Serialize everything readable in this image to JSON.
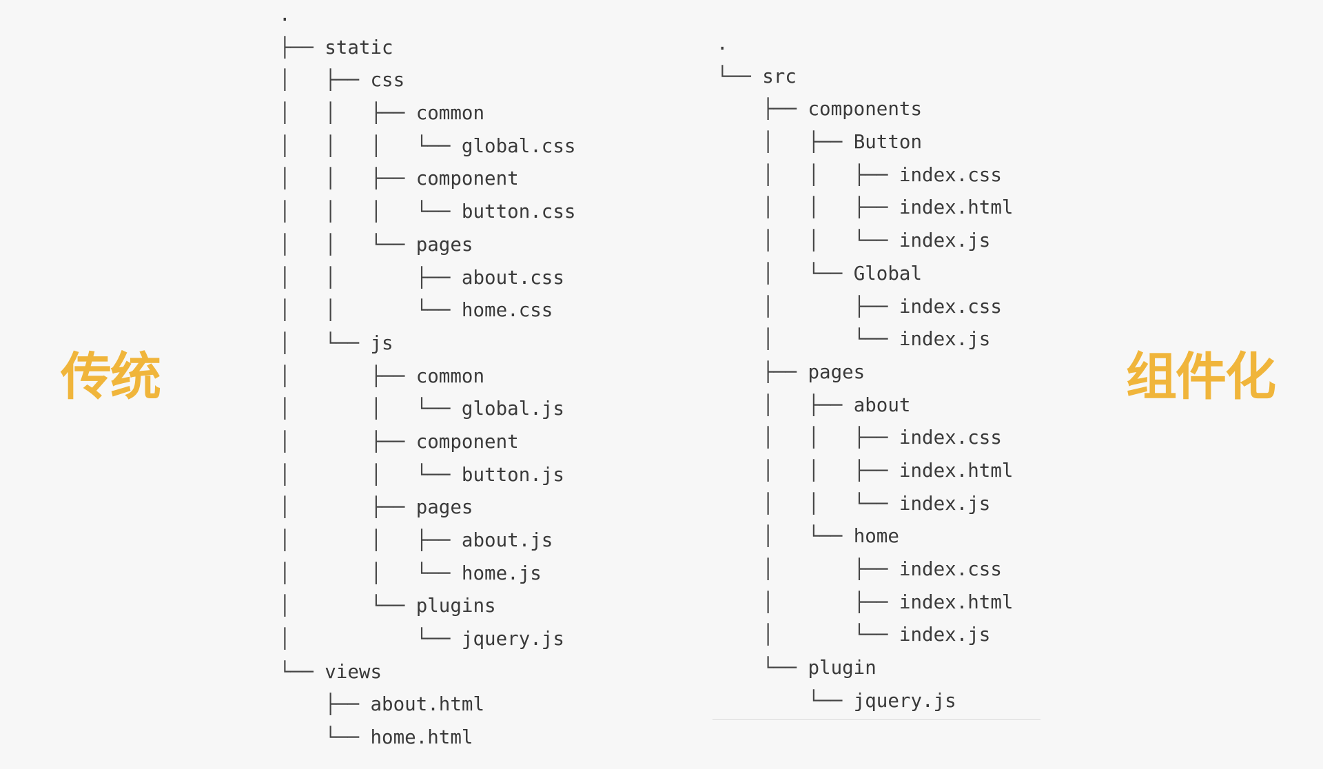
{
  "colors": {
    "background": "#f7f7f7",
    "accent": "#f0b53b",
    "text": "#3a3a3a"
  },
  "labels": {
    "left": "传统",
    "right": "组件化"
  },
  "trees": {
    "traditional": {
      "lines": [
        {
          "prefix": "",
          "name": "."
        },
        {
          "prefix": "├── ",
          "name": "static"
        },
        {
          "prefix": "│   ├── ",
          "name": "css"
        },
        {
          "prefix": "│   │   ├── ",
          "name": "common"
        },
        {
          "prefix": "│   │   │   └── ",
          "name": "global.css"
        },
        {
          "prefix": "│   │   ├── ",
          "name": "component"
        },
        {
          "prefix": "│   │   │   └── ",
          "name": "button.css"
        },
        {
          "prefix": "│   │   └── ",
          "name": "pages"
        },
        {
          "prefix": "│   │       ├── ",
          "name": "about.css"
        },
        {
          "prefix": "│   │       └── ",
          "name": "home.css"
        },
        {
          "prefix": "│   └── ",
          "name": "js"
        },
        {
          "prefix": "│       ├── ",
          "name": "common"
        },
        {
          "prefix": "│       │   └── ",
          "name": "global.js"
        },
        {
          "prefix": "│       ├── ",
          "name": "component"
        },
        {
          "prefix": "│       │   └── ",
          "name": "button.js"
        },
        {
          "prefix": "│       ├── ",
          "name": "pages"
        },
        {
          "prefix": "│       │   ├── ",
          "name": "about.js"
        },
        {
          "prefix": "│       │   └── ",
          "name": "home.js"
        },
        {
          "prefix": "│       └── ",
          "name": "plugins"
        },
        {
          "prefix": "│           └── ",
          "name": "jquery.js"
        },
        {
          "prefix": "└── ",
          "name": "views"
        },
        {
          "prefix": "    ├── ",
          "name": "about.html"
        },
        {
          "prefix": "    └── ",
          "name": "home.html"
        }
      ]
    },
    "component": {
      "lines": [
        {
          "prefix": "",
          "name": "."
        },
        {
          "prefix": "└── ",
          "name": "src"
        },
        {
          "prefix": "    ├── ",
          "name": "components"
        },
        {
          "prefix": "    │   ├── ",
          "name": "Button"
        },
        {
          "prefix": "    │   │   ├── ",
          "name": "index.css"
        },
        {
          "prefix": "    │   │   ├── ",
          "name": "index.html"
        },
        {
          "prefix": "    │   │   └── ",
          "name": "index.js"
        },
        {
          "prefix": "    │   └── ",
          "name": "Global"
        },
        {
          "prefix": "    │       ├── ",
          "name": "index.css"
        },
        {
          "prefix": "    │       └── ",
          "name": "index.js"
        },
        {
          "prefix": "    ├── ",
          "name": "pages"
        },
        {
          "prefix": "    │   ├── ",
          "name": "about"
        },
        {
          "prefix": "    │   │   ├── ",
          "name": "index.css"
        },
        {
          "prefix": "    │   │   ├── ",
          "name": "index.html"
        },
        {
          "prefix": "    │   │   └── ",
          "name": "index.js"
        },
        {
          "prefix": "    │   └── ",
          "name": "home"
        },
        {
          "prefix": "    │       ├── ",
          "name": "index.css"
        },
        {
          "prefix": "    │       ├── ",
          "name": "index.html"
        },
        {
          "prefix": "    │       └── ",
          "name": "index.js"
        },
        {
          "prefix": "    └── ",
          "name": "plugin"
        },
        {
          "prefix": "        └── ",
          "name": "jquery.js"
        }
      ]
    }
  }
}
